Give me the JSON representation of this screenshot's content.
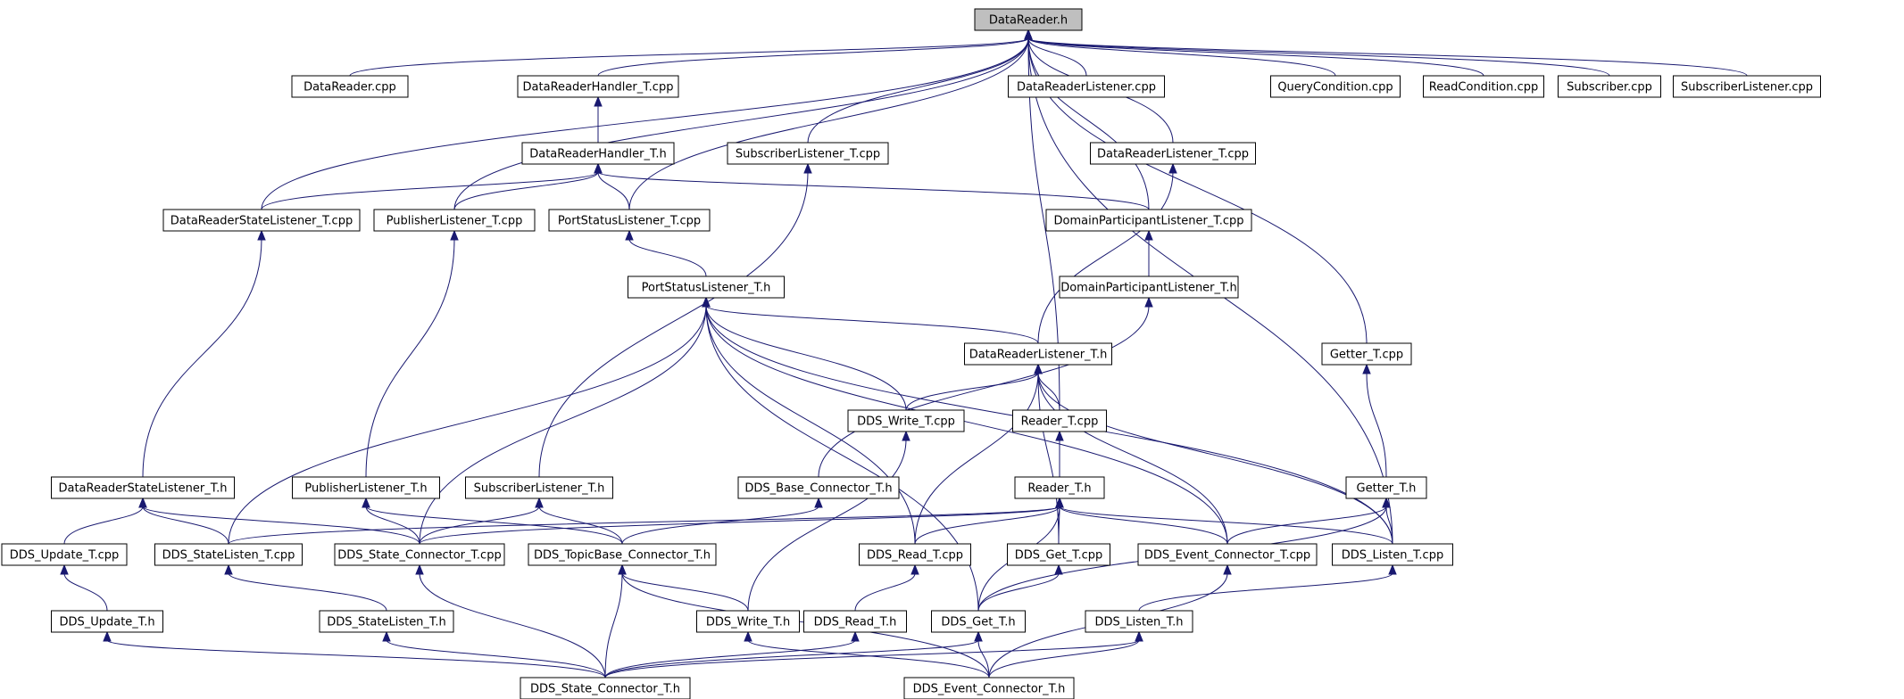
{
  "diagram": {
    "title": "DataReader.h include dependency graph",
    "colors": {
      "edge": "#191970",
      "node_border": "#000000",
      "root_fill": "#bfbfbf",
      "node_fill": "#ffffff"
    },
    "nodes": [
      {
        "id": "DataReader_h",
        "label": "DataReader.h",
        "root": true
      },
      {
        "id": "DataReader_cpp",
        "label": "DataReader.cpp"
      },
      {
        "id": "DataReaderHandler_T_cpp",
        "label": "DataReaderHandler_T.cpp"
      },
      {
        "id": "DataReaderListener_cpp",
        "label": "DataReaderListener.cpp"
      },
      {
        "id": "QueryCondition_cpp",
        "label": "QueryCondition.cpp"
      },
      {
        "id": "ReadCondition_cpp",
        "label": "ReadCondition.cpp"
      },
      {
        "id": "Subscriber_cpp",
        "label": "Subscriber.cpp"
      },
      {
        "id": "SubscriberListener_cpp",
        "label": "SubscriberListener.cpp"
      },
      {
        "id": "DataReaderHandler_T_h",
        "label": "DataReaderHandler_T.h"
      },
      {
        "id": "SubscriberListener_T_cpp",
        "label": "SubscriberListener_T.cpp"
      },
      {
        "id": "DataReaderListener_T_cpp",
        "label": "DataReaderListener_T.cpp"
      },
      {
        "id": "DataReaderStateListener_T_cpp",
        "label": "DataReaderStateListener_T.cpp"
      },
      {
        "id": "PublisherListener_T_cpp",
        "label": "PublisherListener_T.cpp"
      },
      {
        "id": "PortStatusListener_T_cpp",
        "label": "PortStatusListener_T.cpp"
      },
      {
        "id": "DomainParticipantListener_T_cpp",
        "label": "DomainParticipantListener_T.cpp"
      },
      {
        "id": "PortStatusListener_T_h",
        "label": "PortStatusListener_T.h"
      },
      {
        "id": "DomainParticipantListener_T_h",
        "label": "DomainParticipantListener_T.h"
      },
      {
        "id": "DataReaderListener_T_h",
        "label": "DataReaderListener_T.h"
      },
      {
        "id": "Getter_T_cpp",
        "label": "Getter_T.cpp"
      },
      {
        "id": "DDS_Write_T_cpp",
        "label": "DDS_Write_T.cpp"
      },
      {
        "id": "Reader_T_cpp",
        "label": "Reader_T.cpp"
      },
      {
        "id": "DataReaderStateListener_T_h",
        "label": "DataReaderStateListener_T.h"
      },
      {
        "id": "PublisherListener_T_h",
        "label": "PublisherListener_T.h"
      },
      {
        "id": "SubscriberListener_T_h",
        "label": "SubscriberListener_T.h"
      },
      {
        "id": "DDS_Base_Connector_T_h",
        "label": "DDS_Base_Connector_T.h"
      },
      {
        "id": "Reader_T_h",
        "label": "Reader_T.h"
      },
      {
        "id": "Getter_T_h",
        "label": "Getter_T.h"
      },
      {
        "id": "DDS_Update_T_cpp",
        "label": "DDS_Update_T.cpp"
      },
      {
        "id": "DDS_StateListen_T_cpp",
        "label": "DDS_StateListen_T.cpp"
      },
      {
        "id": "DDS_State_Connector_T_cpp",
        "label": "DDS_State_Connector_T.cpp"
      },
      {
        "id": "DDS_TopicBase_Connector_T_h",
        "label": "DDS_TopicBase_Connector_T.h"
      },
      {
        "id": "DDS_Read_T_cpp",
        "label": "DDS_Read_T.cpp"
      },
      {
        "id": "DDS_Get_T_cpp",
        "label": "DDS_Get_T.cpp"
      },
      {
        "id": "DDS_Event_Connector_T_cpp",
        "label": "DDS_Event_Connector_T.cpp"
      },
      {
        "id": "DDS_Listen_T_cpp",
        "label": "DDS_Listen_T.cpp"
      },
      {
        "id": "DDS_Update_T_h",
        "label": "DDS_Update_T.h"
      },
      {
        "id": "DDS_StateListen_T_h",
        "label": "DDS_StateListen_T.h"
      },
      {
        "id": "DDS_Write_T_h",
        "label": "DDS_Write_T.h"
      },
      {
        "id": "DDS_Read_T_h",
        "label": "DDS_Read_T.h"
      },
      {
        "id": "DDS_Get_T_h",
        "label": "DDS_Get_T.h"
      },
      {
        "id": "DDS_Listen_T_h",
        "label": "DDS_Listen_T.h"
      },
      {
        "id": "DDS_State_Connector_T_h",
        "label": "DDS_State_Connector_T.h"
      },
      {
        "id": "DDS_Event_Connector_T_h",
        "label": "DDS_Event_Connector_T.h"
      }
    ],
    "edges": [
      {
        "from": "DataReader_cpp",
        "to": "DataReader_h"
      },
      {
        "from": "DataReaderHandler_T_cpp",
        "to": "DataReader_h"
      },
      {
        "from": "DataReaderListener_cpp",
        "to": "DataReader_h"
      },
      {
        "from": "QueryCondition_cpp",
        "to": "DataReader_h"
      },
      {
        "from": "ReadCondition_cpp",
        "to": "DataReader_h"
      },
      {
        "from": "Subscriber_cpp",
        "to": "DataReader_h"
      },
      {
        "from": "SubscriberListener_cpp",
        "to": "DataReader_h"
      },
      {
        "from": "SubscriberListener_T_cpp",
        "to": "DataReader_h"
      },
      {
        "from": "DataReaderListener_T_cpp",
        "to": "DataReader_h"
      },
      {
        "from": "DataReaderStateListener_T_cpp",
        "to": "DataReader_h"
      },
      {
        "from": "PublisherListener_T_cpp",
        "to": "DataReader_h"
      },
      {
        "from": "PortStatusListener_T_cpp",
        "to": "DataReader_h"
      },
      {
        "from": "DomainParticipantListener_T_cpp",
        "to": "DataReader_h"
      },
      {
        "from": "Getter_T_cpp",
        "to": "DataReader_h"
      },
      {
        "from": "Reader_T_cpp",
        "to": "DataReader_h"
      },
      {
        "from": "DDS_Listen_T_cpp",
        "to": "DataReader_h"
      },
      {
        "from": "DataReaderHandler_T_h",
        "to": "DataReaderHandler_T_cpp"
      },
      {
        "from": "DataReaderStateListener_T_cpp",
        "to": "DataReaderHandler_T_h"
      },
      {
        "from": "PublisherListener_T_cpp",
        "to": "DataReaderHandler_T_h"
      },
      {
        "from": "PortStatusListener_T_cpp",
        "to": "DataReaderHandler_T_h"
      },
      {
        "from": "DomainParticipantListener_T_cpp",
        "to": "DataReaderHandler_T_h"
      },
      {
        "from": "SubscriberListener_T_h",
        "to": "SubscriberListener_T_cpp"
      },
      {
        "from": "DataReaderListener_T_h",
        "to": "DataReaderListener_T_cpp"
      },
      {
        "from": "DataReaderStateListener_T_h",
        "to": "DataReaderStateListener_T_cpp"
      },
      {
        "from": "PublisherListener_T_h",
        "to": "PublisherListener_T_cpp"
      },
      {
        "from": "PortStatusListener_T_h",
        "to": "PortStatusListener_T_cpp"
      },
      {
        "from": "DomainParticipantListener_T_h",
        "to": "DomainParticipantListener_T_cpp"
      },
      {
        "from": "DDS_Base_Connector_T_h",
        "to": "DomainParticipantListener_T_h"
      },
      {
        "from": "DataReaderListener_T_h",
        "to": "PortStatusListener_T_h"
      },
      {
        "from": "DDS_Write_T_cpp",
        "to": "PortStatusListener_T_h"
      },
      {
        "from": "DDS_StateListen_T_cpp",
        "to": "PortStatusListener_T_h"
      },
      {
        "from": "DDS_State_Connector_T_cpp",
        "to": "PortStatusListener_T_h"
      },
      {
        "from": "DDS_Read_T_cpp",
        "to": "PortStatusListener_T_h"
      },
      {
        "from": "DDS_Get_T_h",
        "to": "PortStatusListener_T_h"
      },
      {
        "from": "DDS_Event_Connector_T_cpp",
        "to": "PortStatusListener_T_h"
      },
      {
        "from": "DDS_Listen_T_cpp",
        "to": "PortStatusListener_T_h"
      },
      {
        "from": "DDS_Write_T_cpp",
        "to": "DataReaderListener_T_h"
      },
      {
        "from": "Reader_T_cpp",
        "to": "DataReaderListener_T_h"
      },
      {
        "from": "DDS_Read_T_cpp",
        "to": "DataReaderListener_T_h"
      },
      {
        "from": "DDS_Get_T_cpp",
        "to": "DataReaderListener_T_h"
      },
      {
        "from": "DDS_Event_Connector_T_cpp",
        "to": "DataReaderListener_T_h"
      },
      {
        "from": "DDS_Listen_T_cpp",
        "to": "DataReaderListener_T_h"
      },
      {
        "from": "Getter_T_h",
        "to": "Getter_T_cpp"
      },
      {
        "from": "DDS_Write_T_h",
        "to": "DDS_Write_T_cpp"
      },
      {
        "from": "Reader_T_h",
        "to": "Reader_T_cpp"
      },
      {
        "from": "DDS_Update_T_cpp",
        "to": "DataReaderStateListener_T_h"
      },
      {
        "from": "DDS_StateListen_T_cpp",
        "to": "DataReaderStateListener_T_h"
      },
      {
        "from": "DDS_State_Connector_T_cpp",
        "to": "DataReaderStateListener_T_h"
      },
      {
        "from": "DDS_State_Connector_T_cpp",
        "to": "PublisherListener_T_h"
      },
      {
        "from": "DDS_TopicBase_Connector_T_h",
        "to": "PublisherListener_T_h"
      },
      {
        "from": "DDS_State_Connector_T_cpp",
        "to": "SubscriberListener_T_h"
      },
      {
        "from": "DDS_TopicBase_Connector_T_h",
        "to": "SubscriberListener_T_h"
      },
      {
        "from": "DDS_TopicBase_Connector_T_h",
        "to": "DDS_Base_Connector_T_h"
      },
      {
        "from": "DDS_StateListen_T_cpp",
        "to": "Reader_T_h"
      },
      {
        "from": "DDS_State_Connector_T_cpp",
        "to": "Reader_T_h"
      },
      {
        "from": "DDS_Read_T_cpp",
        "to": "Reader_T_h"
      },
      {
        "from": "DDS_Get_T_cpp",
        "to": "Reader_T_h"
      },
      {
        "from": "DDS_Event_Connector_T_cpp",
        "to": "Reader_T_h"
      },
      {
        "from": "DDS_Listen_T_cpp",
        "to": "Reader_T_h"
      },
      {
        "from": "DDS_Get_T_h",
        "to": "Reader_T_h"
      },
      {
        "from": "DDS_Event_Connector_T_cpp",
        "to": "Getter_T_h"
      },
      {
        "from": "DDS_Listen_T_cpp",
        "to": "Getter_T_h"
      },
      {
        "from": "DDS_Get_T_h",
        "to": "Getter_T_h"
      },
      {
        "from": "DDS_Update_T_h",
        "to": "DDS_Update_T_cpp"
      },
      {
        "from": "DDS_StateListen_T_h",
        "to": "DDS_StateListen_T_cpp"
      },
      {
        "from": "DDS_State_Connector_T_h",
        "to": "DDS_State_Connector_T_cpp"
      },
      {
        "from": "DDS_Write_T_h",
        "to": "DDS_TopicBase_Connector_T_h"
      },
      {
        "from": "DDS_State_Connector_T_h",
        "to": "DDS_TopicBase_Connector_T_h"
      },
      {
        "from": "DDS_Event_Connector_T_h",
        "to": "DDS_TopicBase_Connector_T_h"
      },
      {
        "from": "DDS_Read_T_h",
        "to": "DDS_Read_T_cpp"
      },
      {
        "from": "DDS_Get_T_h",
        "to": "DDS_Get_T_cpp"
      },
      {
        "from": "DDS_Event_Connector_T_h",
        "to": "DDS_Event_Connector_T_cpp"
      },
      {
        "from": "DDS_Listen_T_h",
        "to": "DDS_Listen_T_cpp"
      },
      {
        "from": "DDS_State_Connector_T_h",
        "to": "DDS_Update_T_h"
      },
      {
        "from": "DDS_State_Connector_T_h",
        "to": "DDS_StateListen_T_h"
      },
      {
        "from": "DDS_State_Connector_T_h",
        "to": "DDS_Read_T_h"
      },
      {
        "from": "DDS_State_Connector_T_h",
        "to": "DDS_Get_T_h"
      },
      {
        "from": "DDS_State_Connector_T_h",
        "to": "DDS_Listen_T_h"
      },
      {
        "from": "DDS_Event_Connector_T_h",
        "to": "DDS_Write_T_h"
      },
      {
        "from": "DDS_Event_Connector_T_h",
        "to": "DDS_Get_T_h"
      },
      {
        "from": "DDS_Event_Connector_T_h",
        "to": "DDS_Listen_T_h"
      }
    ]
  }
}
